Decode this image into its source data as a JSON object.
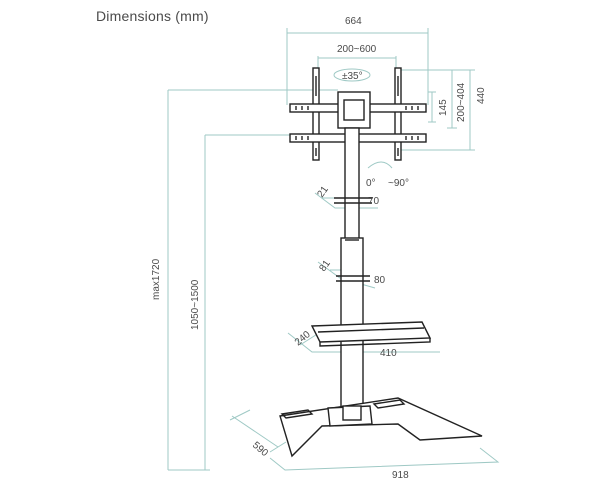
{
  "title": "Dimensions (mm)",
  "labels": {
    "w664": "664",
    "w200_600": "200~600",
    "tilt": "±35°",
    "h440": "440",
    "h200_404": "200~404",
    "h145": "145",
    "rot0": "0°",
    "rot90": "~90°",
    "d21": "21",
    "d70": "70",
    "d81": "81",
    "d80": "80",
    "max1720": "max1720",
    "h1050_1500": "1050~1500",
    "d240": "240",
    "d410": "410",
    "d590": "590",
    "d918": "918"
  },
  "colors": {
    "dimension_line": "#9fc9c5",
    "drawing": "#222222",
    "text": "#4a4a4a"
  }
}
